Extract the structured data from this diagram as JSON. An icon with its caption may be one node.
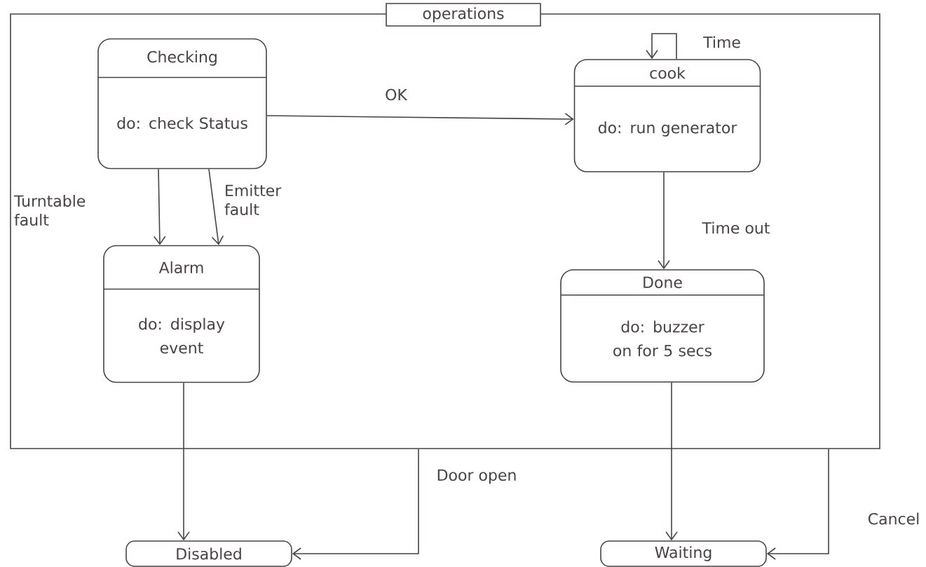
{
  "diagram": {
    "nodes": [
      {
        "text": [
          "operations"
        ]
      },
      {
        "text": [
          "Checking",
          "do: check Status"
        ],
        "in": 0
      },
      {
        "text": [
          "cook",
          "do: run generator"
        ],
        "in": 0
      },
      {
        "text": [
          "Alarm",
          "do: display event"
        ],
        "in": 0
      },
      {
        "text": [
          "Done",
          "do: buzzer on for 5 secs"
        ],
        "in": 0
      },
      {
        "text": [
          "Disabled"
        ]
      },
      {
        "text": [
          "Waiting"
        ]
      }
    ],
    "edges": [
      {
        "from": 1,
        "to": 2,
        "arrow": "to",
        "label": "OK"
      },
      {
        "from": 1,
        "to": 3,
        "arrow": "to",
        "label": "Turntable fault"
      },
      {
        "from": 1,
        "to": 3,
        "arrow": "to",
        "label": "Emitter fault"
      },
      {
        "from": 2,
        "to": 2,
        "arrow": "to",
        "label": "Time"
      },
      {
        "from": 2,
        "to": 4,
        "arrow": "to",
        "label": "Time out"
      },
      {
        "from": 3,
        "to": 5,
        "arrow": "to"
      },
      {
        "from": 0,
        "to": 5,
        "arrow": "to",
        "label": "Door open"
      },
      {
        "from": 4,
        "to": 6,
        "arrow": "to"
      },
      {
        "from": 0,
        "to": 6,
        "arrow": "to",
        "label": "Cancel"
      }
    ]
  }
}
